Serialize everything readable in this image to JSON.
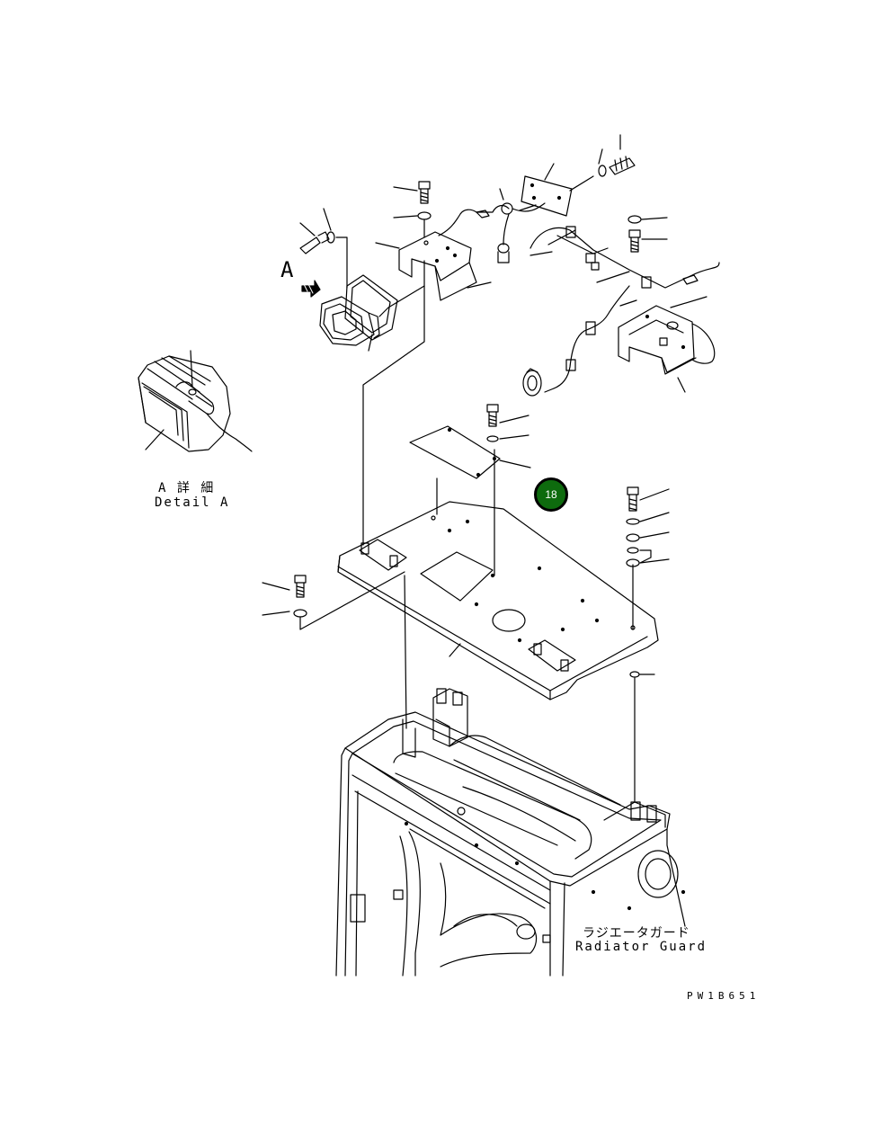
{
  "view_label": "A",
  "detail": {
    "jp": "A 詳 細",
    "en": "Detail A"
  },
  "radiator_guard": {
    "jp": "ラジエータガード",
    "en": "Radiator Guard"
  },
  "callout": {
    "number": "18",
    "color": "#0e6b0e"
  },
  "drawing_code": "PW1B651"
}
